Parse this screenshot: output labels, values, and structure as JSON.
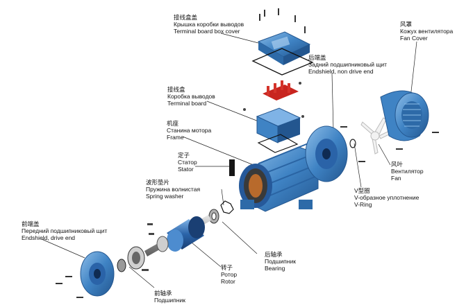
{
  "labels": {
    "terminal_cover": {
      "zh": "接线盒盖",
      "ru": "Крышка коробки выводов",
      "en": "Terminal board box cover"
    },
    "endshield_nde": {
      "zh": "后端盖",
      "ru": "Задний подшипниковый щит",
      "en": "Endshield, non drive end"
    },
    "fan_cover": {
      "zh": "风罩",
      "ru": "Кожух вентилятора",
      "en": "Fan Cover"
    },
    "terminal_board": {
      "zh": "接线盒",
      "ru": "Коробка выводов",
      "en": "Terminal board"
    },
    "frame": {
      "zh": "机座",
      "ru": "Станина мотора",
      "en": "Frame"
    },
    "stator": {
      "zh": "定子",
      "ru": "Статор",
      "en": "Stator"
    },
    "spring_washer": {
      "zh": "波形垫片",
      "ru": "Пружина волнистая",
      "en": "Spring washer"
    },
    "fan": {
      "zh": "风叶",
      "ru": "Вентилятор",
      "en": "Fan"
    },
    "vring": {
      "zh": "V型圈",
      "ru": "V-образное уплотнение",
      "en": "V-Ring"
    },
    "endshield_de": {
      "zh": "前端盖",
      "ru": "Передний подшипниковый щит",
      "en": "Endshield, drive end"
    },
    "bearing_rear": {
      "zh": "后轴承",
      "ru": "Подшипник",
      "en": "Bearing"
    },
    "rotor": {
      "zh": "转子",
      "ru": "Ротор",
      "en": "Rotor"
    },
    "bearing_front": {
      "zh": "前轴承",
      "ru": "Подшипник"
    }
  },
  "colors": {
    "part_blue": "#3f83c4",
    "part_dark": "#23568f",
    "part_light": "#8dbde8",
    "leader": "#222222"
  }
}
